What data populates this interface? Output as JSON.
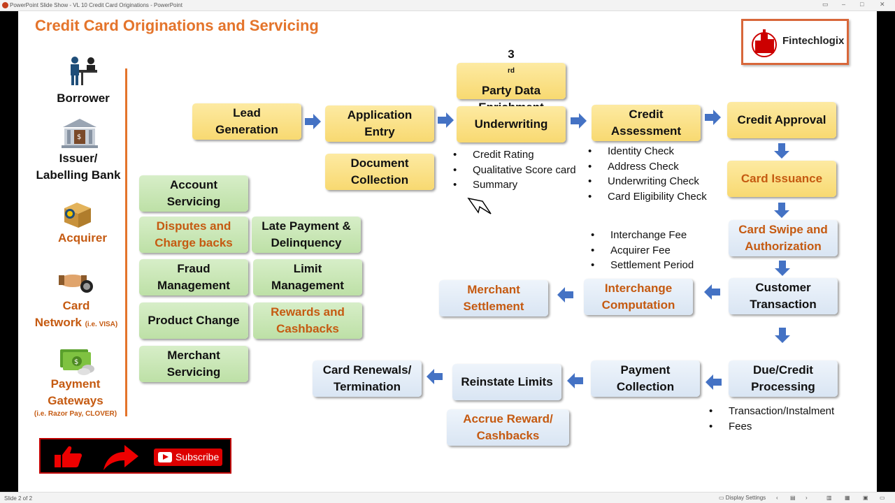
{
  "window": {
    "title": "PowerPoint Slide Show  -  VL 10 Credit Card Originations - PowerPoint"
  },
  "slide": {
    "title": "Credit Card Originations and Servicing",
    "logo_text": "Fintechlogix",
    "roles": [
      {
        "line1": "Borrower"
      },
      {
        "line1": "Issuer/",
        "line2": "Labelling Bank"
      },
      {
        "line1": "Acquirer"
      },
      {
        "line1": "Card",
        "line2": "Network",
        "note": "(i.e. VISA)"
      },
      {
        "line1": "Payment",
        "line2": "Gateways",
        "note": "(i.e. Razor Pay, CLOVER)"
      }
    ],
    "flow": {
      "lead_generation": [
        "Lead",
        "Generation"
      ],
      "application_entry": [
        "Application",
        "Entry"
      ],
      "third_party_prefix": "3",
      "third_party_sup": "rd",
      "third_party_rest": " Party Data",
      "third_party_line2": "Enrichment",
      "underwriting": "Underwriting",
      "document_collection": [
        "Document",
        "Collection"
      ],
      "credit_assessment": [
        "Credit",
        "Assessment"
      ],
      "credit_approval": "Credit Approval",
      "card_issuance": "Card Issuance",
      "card_swipe": [
        "Card Swipe and",
        "Authorization"
      ],
      "customer_transaction": [
        "Customer",
        "Transaction"
      ],
      "interchange_computation": [
        "Interchange",
        "Computation"
      ],
      "merchant_settlement": [
        "Merchant",
        "Settlement"
      ],
      "due_credit_processing": [
        "Due/Credit",
        "Processing"
      ],
      "payment_collection": [
        "Payment",
        "Collection"
      ],
      "reinstate_limits": "Reinstate Limits",
      "card_renewals": [
        "Card Renewals/",
        "Termination"
      ],
      "accrue_reward": [
        "Accrue Reward/",
        "Cashbacks"
      ]
    },
    "underwriting_bullets": [
      "Credit Rating",
      "Qualitative Score card",
      "Summary"
    ],
    "assessment_bullets": [
      "Identity Check",
      "Address Check",
      "Underwriting Check",
      "Card Eligibility Check"
    ],
    "interchange_bullets": [
      "Interchange Fee",
      "Acquirer Fee",
      "Settlement Period"
    ],
    "due_bullets": [
      "Transaction/Instalment",
      "Fees"
    ],
    "servicing": {
      "account_servicing": [
        "Account",
        "Servicing"
      ],
      "disputes": [
        "Disputes and",
        "Charge backs"
      ],
      "late_payment": [
        "Late Payment &",
        "Delinquency"
      ],
      "fraud": [
        "Fraud",
        "Management"
      ],
      "limit": [
        "Limit",
        "Management"
      ],
      "product_change": "Product Change",
      "rewards": [
        "Rewards and",
        "Cashbacks"
      ],
      "merchant_servicing": [
        "Merchant",
        "Servicing"
      ]
    },
    "subscribe_label": "Subscribe"
  },
  "statusbar": {
    "slide_counter": "Slide 2 of 2",
    "display_settings": "Display Settings"
  },
  "colors": {
    "title_orange": "#e4742b",
    "label_orange": "#c55a11",
    "arrow_blue": "#4472c4",
    "yellow_box": "#f8d971",
    "green_box": "#bde0a6",
    "blue_box": "#d9e5f3"
  }
}
